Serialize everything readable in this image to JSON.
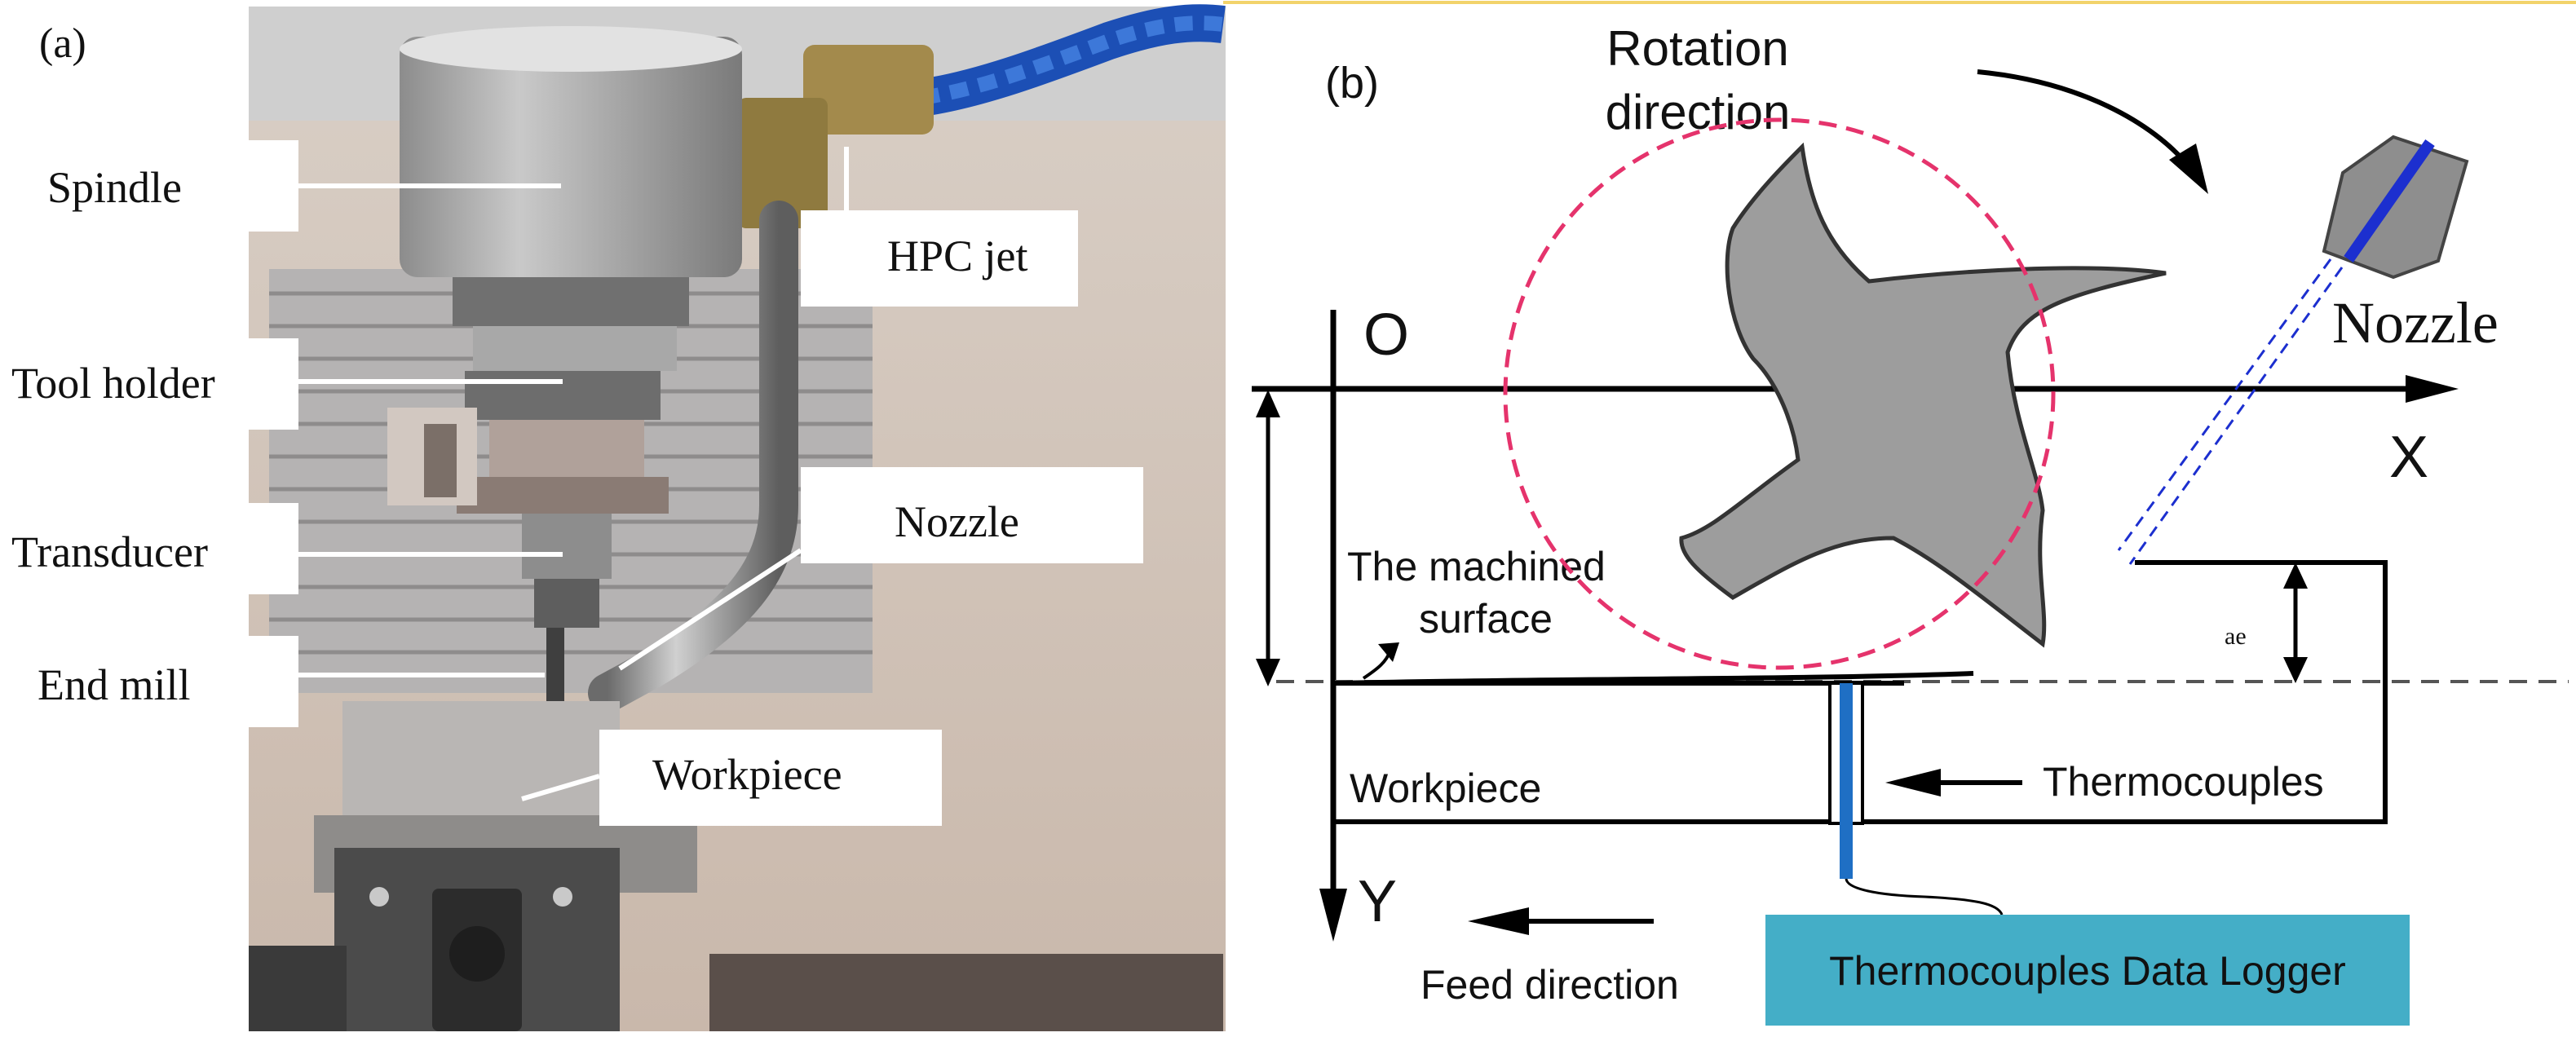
{
  "panel_a": {
    "label": "(a)",
    "callouts": {
      "spindle": "Spindle",
      "tool_holder": "Tool holder",
      "transducer": "Transducer",
      "end_mill": "End mill",
      "hpc_jet": "HPC jet",
      "nozzle": "Nozzle",
      "workpiece": "Workpiece"
    }
  },
  "panel_b": {
    "label": "(b)",
    "rotation_line1": "Rotation",
    "rotation_line2": "direction",
    "origin": "O",
    "x_axis": "X",
    "y_axis": "Y",
    "nozzle": "Nozzle",
    "machined_line1": "The machined",
    "machined_line2": "surface",
    "ae": "ae",
    "workpiece": "Workpiece",
    "thermocouples": "Thermocouples",
    "data_logger": "Thermocouples Data Logger",
    "feed_direction": "Feed direction"
  },
  "colors": {
    "cutter_fill": "#9d9d9d",
    "tool_circle": "#e5336c",
    "thermocouple": "#1f6fc4",
    "nozzle_jet": "#1c2fcf",
    "logger_box": "#44aec7",
    "top_accent": "#f2d36b"
  }
}
